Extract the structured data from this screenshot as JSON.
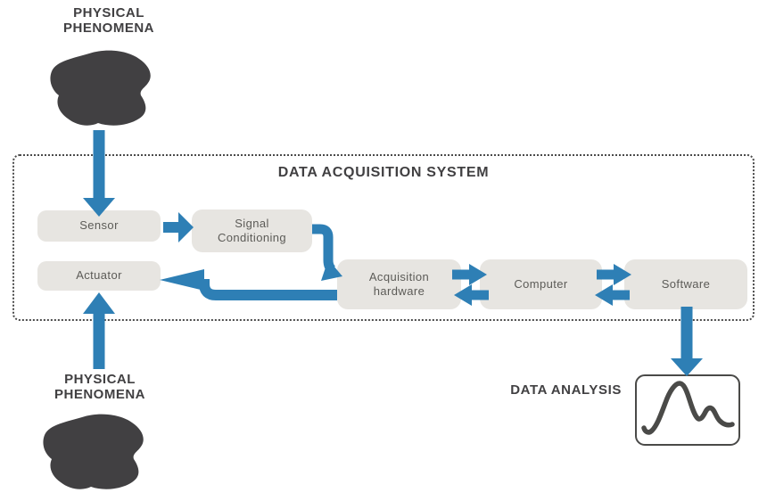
{
  "colors": {
    "arrow_blue": "#2e7fb5",
    "blob_charcoal": "#414042",
    "curve_dark": "#4a4a48"
  },
  "labels": {
    "physical_top": "PHYSICAL\nPHENOMENA",
    "physical_bottom": "PHYSICAL\nPHENOMENA",
    "system_title": "DATA ACQUISITION SYSTEM",
    "data_analysis": "DATA ANALYSIS"
  },
  "nodes": {
    "sensor": "Sensor",
    "signal_conditioning": "Signal\nConditioning",
    "actuator": "Actuator",
    "acquisition_hardware": "Acquisition\nhardware",
    "computer": "Computer",
    "software": "Software"
  }
}
